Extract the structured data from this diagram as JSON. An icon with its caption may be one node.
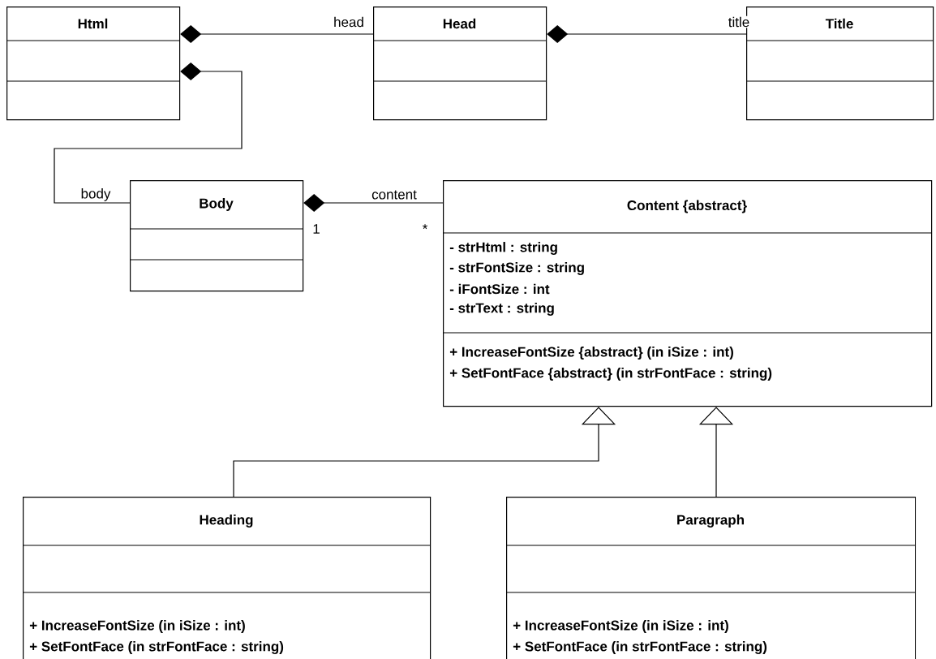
{
  "diagram": {
    "nodes": [
      {
        "text": [
          "Html"
        ]
      },
      {
        "text": [
          "Head"
        ]
      },
      {
        "text": [
          "Title"
        ]
      },
      {
        "text": [
          "Body"
        ]
      },
      {
        "text": [
          "Content {abstract}",
          "- strHtml : string",
          "- strFontSize : string",
          "- iFontSize : int",
          "- strText : string",
          "+ IncreaseFontSize {abstract} (in iSize : int)",
          "+ SetFontFace {abstract} (in strFontFace : string)"
        ]
      },
      {
        "text": [
          "Heading",
          "+ IncreaseFontSize (in iSize : int)",
          "+ SetFontFace (in strFontFace : string)"
        ]
      },
      {
        "text": [
          "Paragraph",
          "+ IncreaseFontSize (in iSize : int)",
          "+ SetFontFace (in strFontFace : string)"
        ]
      }
    ],
    "edges": [
      {
        "from": 0,
        "to": 1,
        "arrow": "other",
        "label": "head"
      },
      {
        "from": 1,
        "to": 2,
        "arrow": "other",
        "label": "title"
      },
      {
        "from": 0,
        "to": 3,
        "arrow": "other",
        "label": "body"
      },
      {
        "from": 3,
        "to": 4,
        "arrow": "other",
        "label": "content"
      },
      {
        "from": 5,
        "to": 4,
        "arrow": "to"
      },
      {
        "from": 6,
        "to": 4,
        "arrow": "to"
      }
    ],
    "labels": [
      "1",
      "*"
    ]
  }
}
